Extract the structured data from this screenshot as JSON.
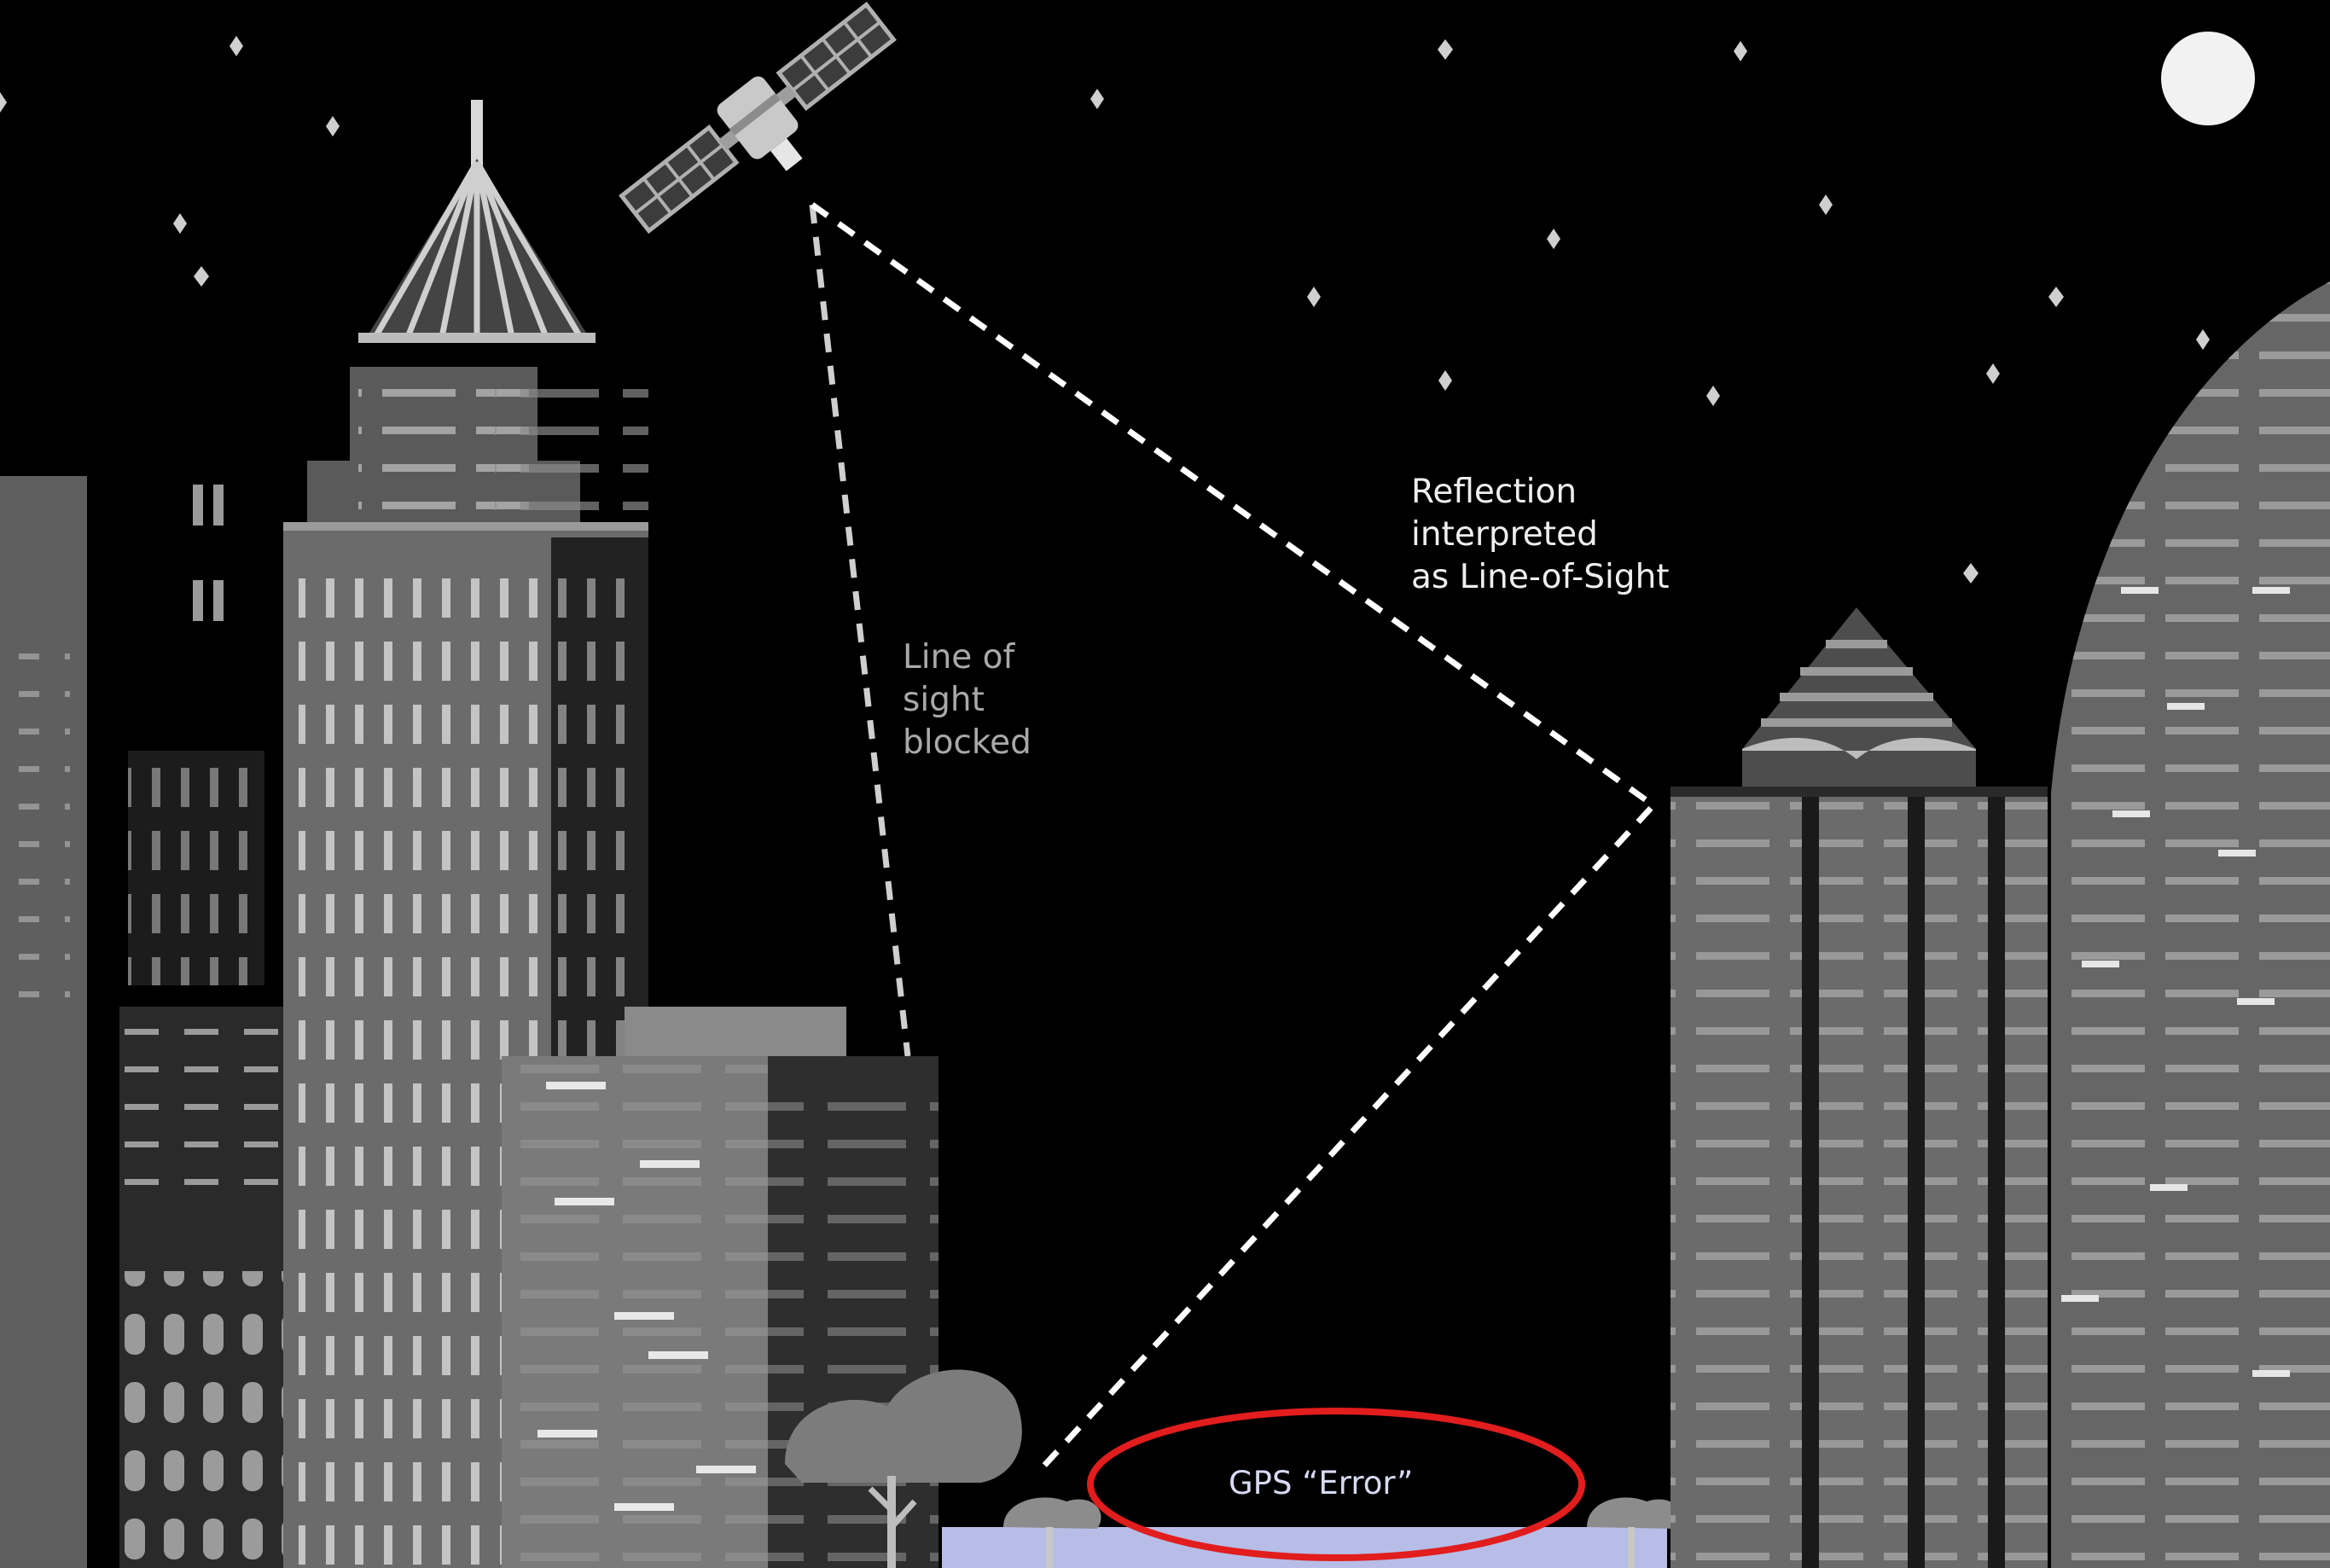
{
  "labels": {
    "reflection": "Reflection\ninterpreted\nas Line-of-Sight",
    "blocked": "Line of\nsight\nblocked",
    "gps_error": "GPS “Error”"
  },
  "colors": {
    "sky": "#000000",
    "building": "#6b6b6b",
    "window": "#c4c4c4",
    "signal_path": "#ffffff",
    "error_ellipse": "#e11d1d",
    "street": "#b7bde6",
    "moon": "#f2f2f2"
  },
  "icons": [
    "satellite-icon",
    "moon-icon",
    "tree-icon"
  ]
}
